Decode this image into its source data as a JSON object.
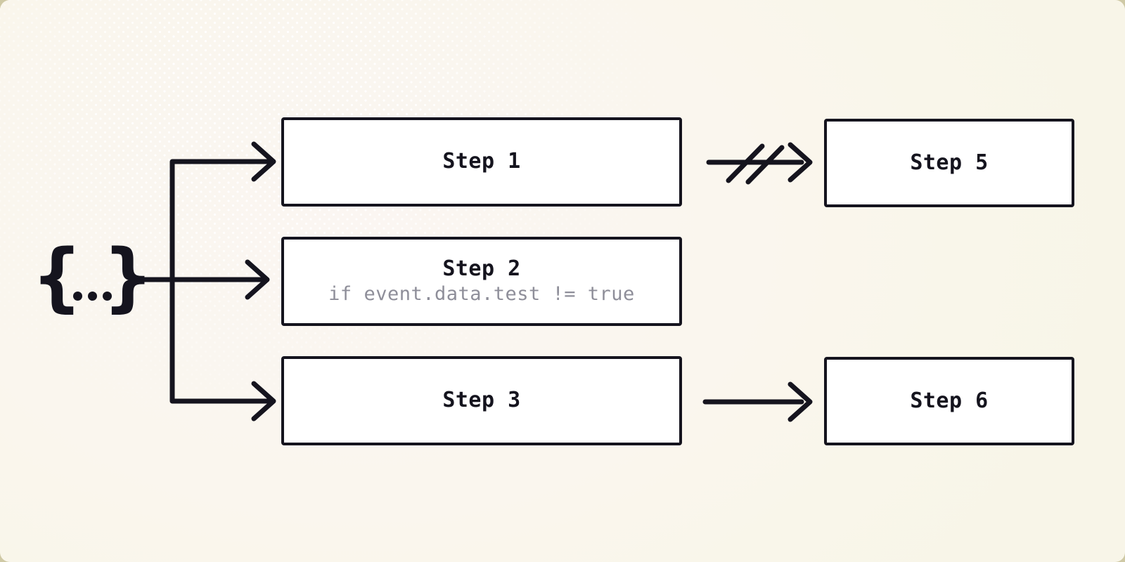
{
  "diagram": {
    "trigger": {
      "icon": "json-object-icon",
      "brace_left": "{",
      "brace_right": "}",
      "dot_count": 3
    },
    "nodes": [
      {
        "id": "step1",
        "label": "Step 1"
      },
      {
        "id": "step2",
        "label": "Step 2",
        "condition": "if event.data.test != true"
      },
      {
        "id": "step3",
        "label": "Step 3"
      },
      {
        "id": "step5",
        "label": "Step 5"
      },
      {
        "id": "step6",
        "label": "Step 6"
      }
    ],
    "edges": [
      {
        "from": "trigger",
        "to": "step1",
        "type": "arrow"
      },
      {
        "from": "trigger",
        "to": "step2",
        "type": "arrow"
      },
      {
        "from": "trigger",
        "to": "step3",
        "type": "arrow"
      },
      {
        "from": "step1",
        "to": "step5",
        "type": "cancelled-arrow"
      },
      {
        "from": "step3",
        "to": "step6",
        "type": "arrow"
      }
    ],
    "colors": {
      "background": "#f9f6ec",
      "background_outer": "#cfc9a5",
      "stroke": "#15141e",
      "node_fill": "#ffffff",
      "condition_text": "#8e8e99"
    }
  }
}
